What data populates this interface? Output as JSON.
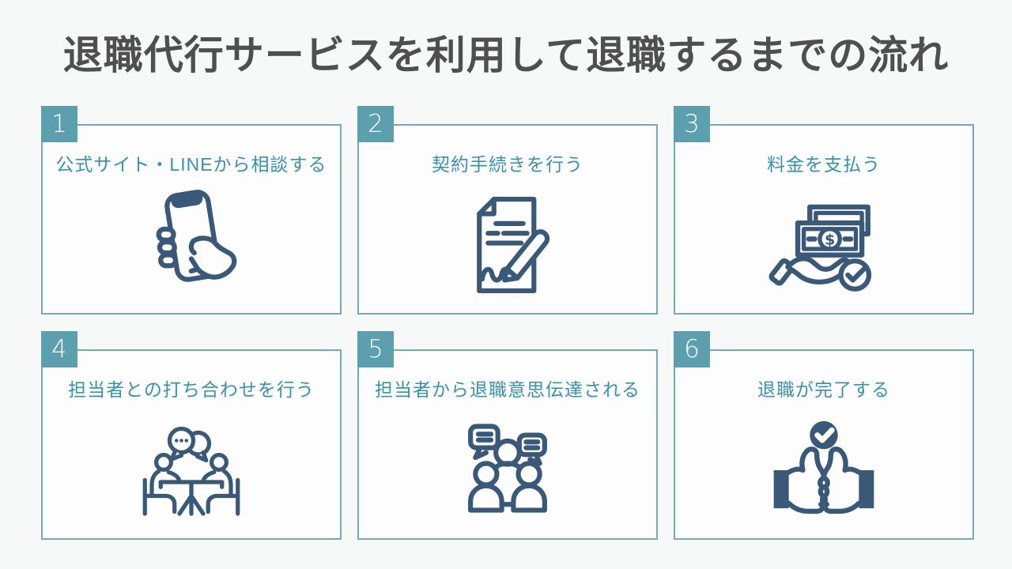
{
  "page": {
    "title": "退職代行サービスを利用して退職するまでの流れ"
  },
  "colors": {
    "page_background": "#f7f8f8",
    "card_background": "#fdfdfd",
    "badge_teal": "#5c9fae",
    "card_border_teal": "#74aab7",
    "step_label_teal": "#3892a8",
    "icon_navy": "#3a5878",
    "title_gray": "#4f4f4f"
  },
  "steps": [
    {
      "number": "1",
      "label": "公式サイト・LINEから相談する",
      "icon": "smartphone-in-hand-icon"
    },
    {
      "number": "2",
      "label": "契約手続きを行う",
      "icon": "contract-signing-icon"
    },
    {
      "number": "3",
      "label": "料金を支払う",
      "icon": "payment-money-hand-icon"
    },
    {
      "number": "4",
      "label": "担当者との打ち合わせを行う",
      "icon": "meeting-at-table-icon"
    },
    {
      "number": "5",
      "label": "担当者から退職意思伝達される",
      "icon": "intent-communication-icon"
    },
    {
      "number": "6",
      "label": "退職が完了する",
      "icon": "thumbs-up-complete-icon"
    }
  ]
}
